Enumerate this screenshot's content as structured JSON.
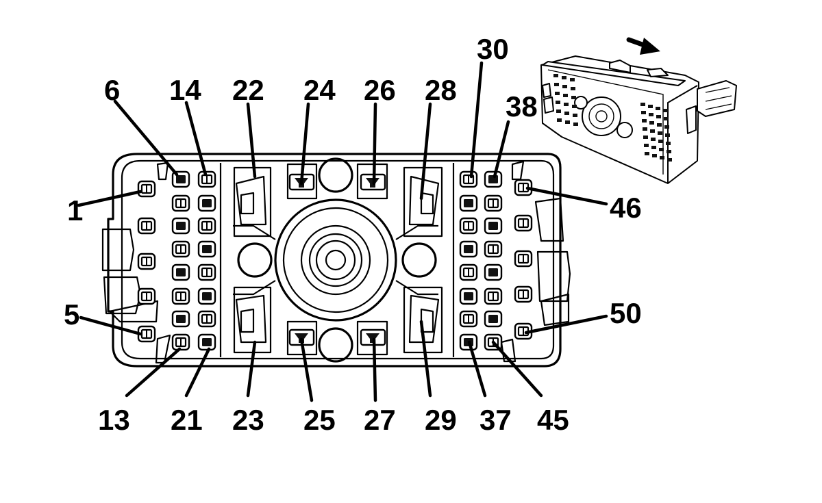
{
  "pin_labels": {
    "p1": "1",
    "p5": "5",
    "p6": "6",
    "p13": "13",
    "p14": "14",
    "p21": "21",
    "p22": "22",
    "p23": "23",
    "p24": "24",
    "p25": "25",
    "p26": "26",
    "p27": "27",
    "p28": "28",
    "p29": "29",
    "p30": "30",
    "p37": "37",
    "p38": "38",
    "p45": "45",
    "p46": "46",
    "p50": "50"
  },
  "colors": {
    "line": "#000000",
    "background": "#ffffff"
  }
}
